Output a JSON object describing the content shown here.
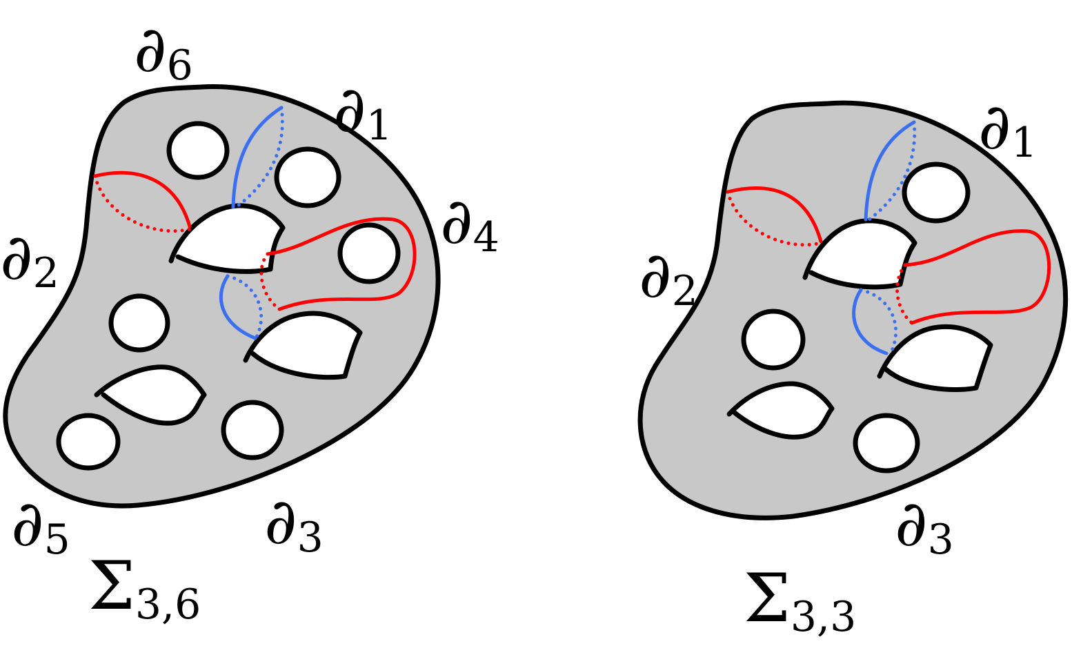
{
  "colors": {
    "surface": "#c8c8c8",
    "outline": "#000000",
    "red_curve": "#ff0000",
    "blue_curve": "#3a6ff0"
  },
  "left_surface": {
    "name_symbol": "Σ",
    "name_subscript": "3,6",
    "boundaries": [
      {
        "symbol": "∂",
        "index": "6"
      },
      {
        "symbol": "∂",
        "index": "1"
      },
      {
        "symbol": "∂",
        "index": "4"
      },
      {
        "symbol": "∂",
        "index": "2"
      },
      {
        "symbol": "∂",
        "index": "5"
      },
      {
        "symbol": "∂",
        "index": "3"
      }
    ]
  },
  "right_surface": {
    "name_symbol": "Σ",
    "name_subscript": "3,3",
    "boundaries": [
      {
        "symbol": "∂",
        "index": "1"
      },
      {
        "symbol": "∂",
        "index": "2"
      },
      {
        "symbol": "∂",
        "index": "3"
      }
    ]
  }
}
